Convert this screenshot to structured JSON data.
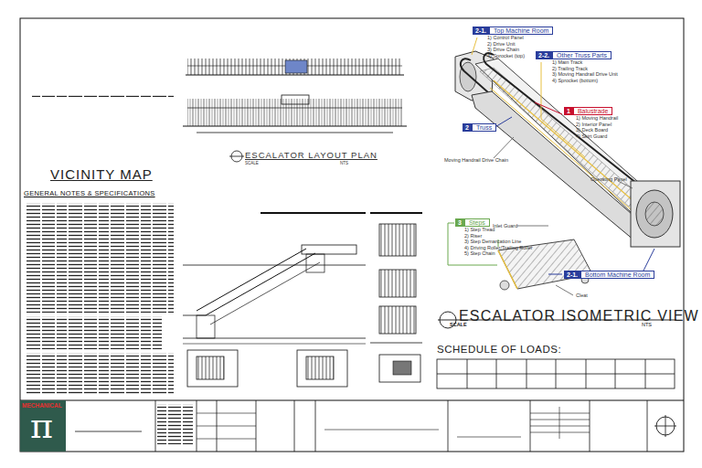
{
  "diagram": {
    "nodes": [
      {
        "text": [
          "2-1.",
          "Top Machine Room",
          "1) Control Panel",
          "2) Drive Unit",
          "3) Drive Chain",
          "4) Sprocket (top)"
        ]
      },
      {
        "text": [
          "2-2.",
          "Other Truss Parts",
          "1) Main Track",
          "2) Trailing Track",
          "3) Moving Handrail Drive Unit",
          "4) Sprocket (bottom)"
        ]
      },
      {
        "text": [
          "1",
          "Balustrade",
          "1) Moving Handrail",
          "2) Interior Panel",
          "3) Deck Board",
          "4) Skirt Guard"
        ]
      },
      {
        "text": [
          "2",
          "Truss"
        ]
      },
      {
        "text": [
          "3",
          "Steps",
          "1) Step Tread",
          "2) Riser",
          "3) Step Demarcation Line",
          "4) Driving Roller/Trailing Roller",
          "5) Step Chain"
        ]
      },
      {
        "text": [
          "2-1.",
          "Bottom Machine Room"
        ]
      }
    ],
    "labels": [
      "VICINITY MAP",
      "GENERAL NOTES & SPECIFICATIONS",
      "ESCALATOR LAYOUT PLAN",
      "SCALE",
      "NTS",
      "ESCALATOR ISOMETRIC VIEW",
      "SCALE",
      "NTS",
      "SCHEDULE OF LOADS:",
      "Moving Handrail Drive Chain",
      "Operating Panel",
      "Inlet Guard",
      "Cleat",
      "MECHANICAL",
      "π"
    ]
  }
}
